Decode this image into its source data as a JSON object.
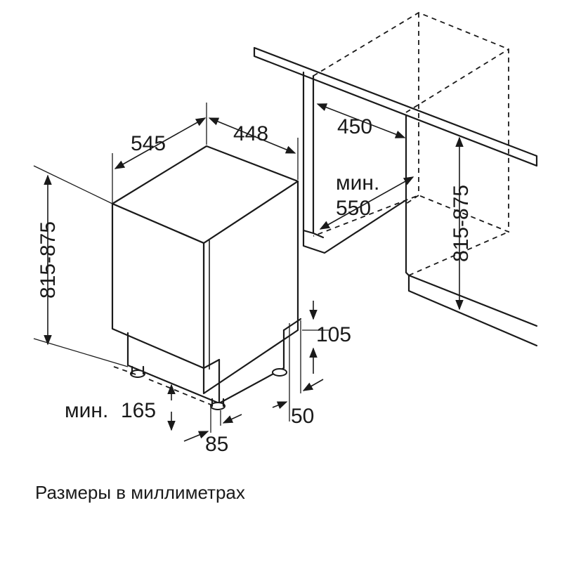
{
  "dimensions": {
    "depth": "545",
    "width": "448",
    "height_left": "815-875",
    "niche_depth": "450",
    "niche_width_label": "мин.",
    "niche_width_value": "550",
    "niche_height": "815-875",
    "plinth_height": "105",
    "plinth_offset": "50",
    "min_door_label": "мин.",
    "min_door_value": "165",
    "feet_setback": "85"
  },
  "caption": "Размеры в миллиметрах"
}
